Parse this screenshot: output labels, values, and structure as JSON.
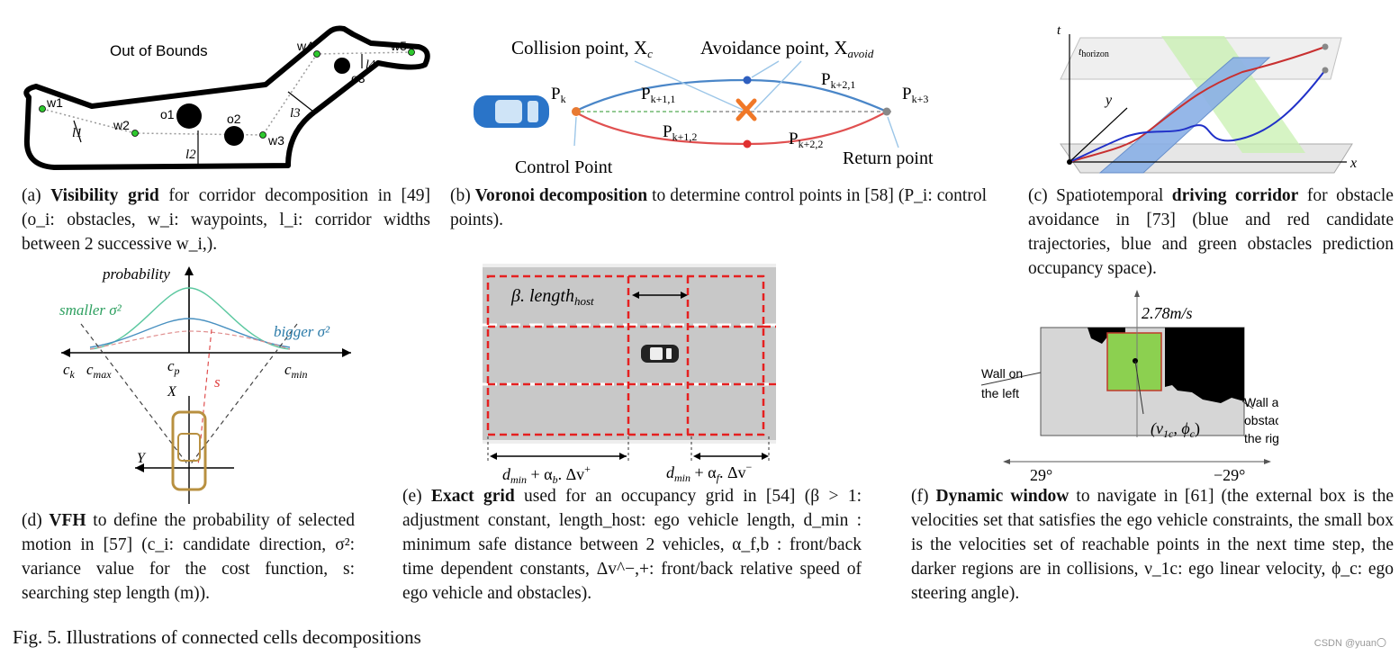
{
  "panel_a": {
    "labels": {
      "out_of_bounds": "Out of Bounds",
      "w1": "w1",
      "w2": "w2",
      "w3": "w3",
      "w4": "w4",
      "w5": "w5",
      "o1": "o1",
      "o2": "o2",
      "o3": "o3",
      "l1": "l1",
      "l2": "l2",
      "l3": "l3",
      "l4": "l4"
    },
    "caption": {
      "prefix": "(a) ",
      "bold": "Visibility grid",
      "rest": " for corridor decomposition in [49] (o_i: obstacles, w_i: waypoints, l_i: corridor widths between 2 successive w_i,)."
    }
  },
  "panel_b": {
    "labels": {
      "collision_point": "Collision point, X",
      "collision_sub": "c",
      "avoidance_point": "Avoidance point, X",
      "avoidance_sub": "avoid",
      "pk": "P",
      "pk_sub": "k",
      "pk11": "P",
      "pk11_sub": "k+1,1",
      "pk21": "P",
      "pk21_sub": "k+2,1",
      "pk3": "P",
      "pk3_sub": "k+3",
      "pk12": "P",
      "pk12_sub": "k+1,2",
      "pk22": "P",
      "pk22_sub": "k+2,2",
      "control_point": "Control Point",
      "return_point": "Return point"
    },
    "caption": {
      "prefix": "(b) ",
      "bold": "Voronoi decomposition",
      "rest": " to determine control points in [58] (P_i: control points)."
    }
  },
  "panel_c": {
    "labels": {
      "t": "t",
      "t_horizon": "t",
      "t_horizon_sub": "horizon",
      "y": "y",
      "x": "x"
    },
    "caption": {
      "prefix": "(c) Spatiotemporal ",
      "bold": "driving corridor",
      "rest": " for obstacle avoidance in [73] (blue and red candidate trajectories, blue and green obstacles prediction occupancy space)."
    }
  },
  "panel_d": {
    "labels": {
      "probability": "probability",
      "smaller": "smaller σ²",
      "bigger": "bigger σ²",
      "ck": "c",
      "ck_sub": "k",
      "cmax": "c",
      "cmax_sub": "max",
      "cp": "c",
      "cp_sub": "p",
      "cmin": "c",
      "cmin_sub": "min",
      "X": "X",
      "s": "s",
      "Y": "Y"
    },
    "caption": {
      "prefix": "(d) ",
      "bold": "VFH",
      "rest": " to define the probability of selected motion in [57] (c_i: candidate direction, σ²: variance value for the cost function, s: searching step length (m))."
    }
  },
  "panel_e": {
    "labels": {
      "beta_length": "β. length",
      "beta_sub": "host",
      "dmin_left": "d",
      "dmin_left_rest": " + α",
      "dmin_left_tail": ". Δv",
      "dmin_right": "d",
      "dmin_right_rest": " + α",
      "dmin_right_tail": ". Δv"
    },
    "caption": {
      "prefix": "(e) ",
      "bold": "Exact grid",
      "rest": " used for an occupancy grid in [54] (β > 1: adjustment constant, length_host: ego vehicle length, d_min : minimum safe distance between 2 vehicles, α_f,b : front/back time dependent constants, Δv^−,+: front/back relative speed of ego vehicle and obstacles)."
    }
  },
  "panel_f": {
    "labels": {
      "velocity": "2.78m/s",
      "wall_left_1": "Wall on",
      "wall_left_2": "the left",
      "wall_right_1": "Wall and",
      "wall_right_2": "obstacle on",
      "wall_right_3": "the right",
      "point": "(v",
      "point_sub": "1c",
      "point_rest": ", ϕ",
      "point_rest_sub": "c",
      "point_close": ")",
      "left_angle": "29°",
      "right_angle": "−29°"
    },
    "caption": {
      "prefix": "(f) ",
      "bold": "Dynamic window",
      "rest": " to navigate in [61] (the external box is the velocities set that satisfies the ego vehicle constraints, the small box is the velocities set of reachable points in the next time step, the darker regions are in collisions, ν_1c: ego linear velocity, ϕ_c: ego steering angle)."
    }
  },
  "figure_caption": "Fig. 5.  Illustrations of connected cells decompositions",
  "watermark": "CSDN @yuan〇"
}
